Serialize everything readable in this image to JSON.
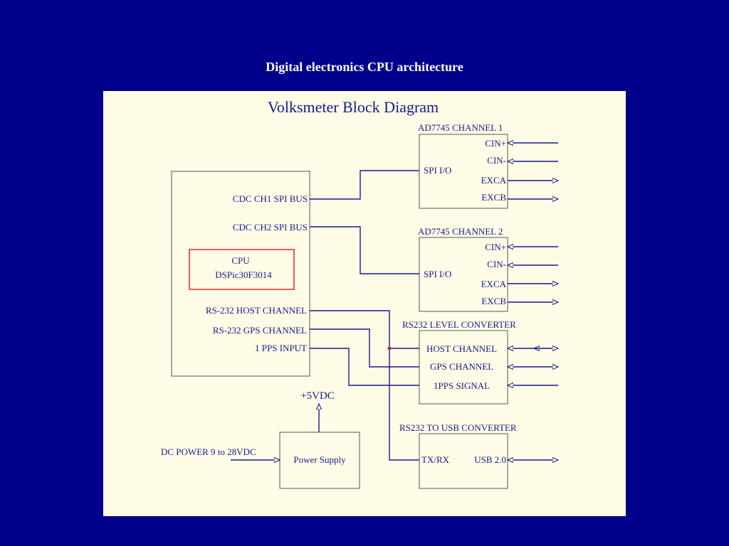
{
  "slide": {
    "title": "Digital electronics CPU architecture"
  },
  "diagram": {
    "title": "Volksmeter Block Diagram",
    "main_board": {
      "cdc_ch1": "CDC CH1 SPI BUS",
      "cdc_ch2": "CDC CH2 SPI BUS",
      "cpu_line1": "CPU",
      "cpu_line2": "DSPic30F3014",
      "rs232_host": "RS-232 HOST CHANNEL",
      "rs232_gps": "RS-232 GPS CHANNEL",
      "pps_input": "1 PPS INPUT"
    },
    "ad7745_ch1": {
      "title": "AD7745 CHANNEL 1",
      "spi": "SPI I/O",
      "pins": [
        "CIN+",
        "CIN-",
        "EXCA",
        "EXCB"
      ]
    },
    "ad7745_ch2": {
      "title": "AD7745 CHANNEL 2",
      "spi": "SPI I/O",
      "pins": [
        "CIN+",
        "CIN-",
        "EXCA",
        "EXCB"
      ]
    },
    "level_converter": {
      "title": "RS232 LEVEL CONVERTER",
      "host": "HOST CHANNEL",
      "gps": "GPS CHANNEL",
      "pps": "1PPS SIGNAL"
    },
    "usb_converter": {
      "title": "RS232 TO USB CONVERTER",
      "txrx": "TX/RX",
      "usb": "USB 2.0"
    },
    "power": {
      "vdc": "+5VDC",
      "supply": "Power Supply",
      "input": "DC POWER 9 to 28VDC"
    },
    "colors": {
      "background": "#00008b",
      "panel": "#fefbe6",
      "line": "#1a1a8c",
      "cpu_border": "#e8282a"
    }
  }
}
